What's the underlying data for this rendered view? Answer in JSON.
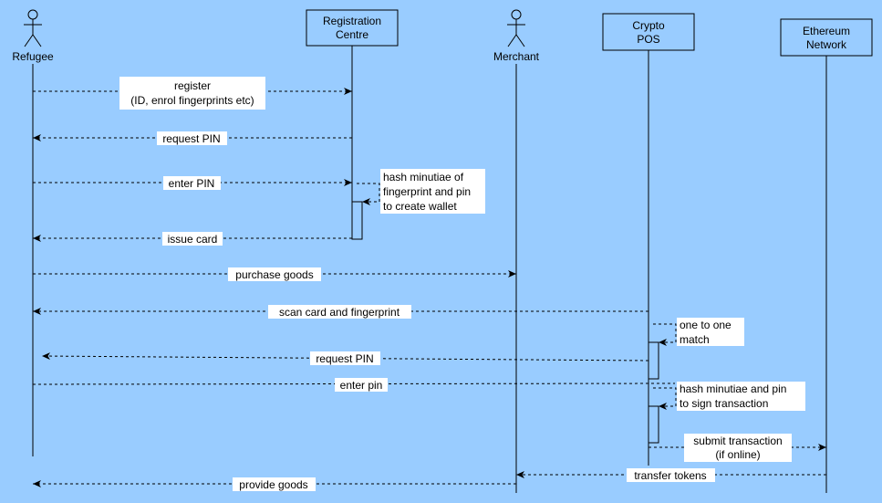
{
  "colors": {
    "background": "#99ccff",
    "line": "#000000",
    "label_bg": "#ffffff"
  },
  "participants": {
    "refugee": {
      "name": "Refugee",
      "kind": "actor"
    },
    "registration_centre": {
      "name_line1": "Registration",
      "name_line2": "Centre",
      "kind": "box"
    },
    "merchant": {
      "name": "Merchant",
      "kind": "actor"
    },
    "crypto_pos": {
      "name_line1": "Crypto",
      "name_line2": "POS",
      "kind": "box"
    },
    "ethereum_network": {
      "name_line1": "Ethereum",
      "name_line2": "Network",
      "kind": "box"
    }
  },
  "messages": {
    "register": {
      "line1": "register",
      "line2": "(ID, enrol fingerprints etc)"
    },
    "request_pin_1": "request PIN",
    "enter_pin_1": "enter PIN",
    "hash_self": {
      "line1": "hash minutiae of",
      "line2": "fingerprint and pin",
      "line3": "to create wallet"
    },
    "issue_card": "issue card",
    "purchase_goods": "purchase goods",
    "scan_card": "scan card and fingerprint",
    "match_self": {
      "line1": "one to one",
      "line2": "match"
    },
    "request_pin_2": "request PIN",
    "enter_pin_2": "enter pin",
    "hash_sign_self": {
      "line1": "hash minutiae and pin",
      "line2": "to sign transaction"
    },
    "submit_transaction": {
      "line1": "submit transaction",
      "line2": "(if online)"
    },
    "transfer_tokens": "transfer tokens",
    "provide_goods": "provide goods"
  }
}
